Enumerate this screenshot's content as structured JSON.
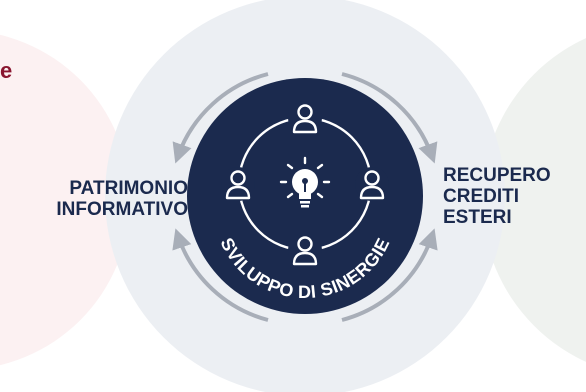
{
  "colors": {
    "bg_left": "#fcf1f2",
    "bg_right": "#eff2ef",
    "bg_center": "#eceff3",
    "hub": "#1b2a4e",
    "arrows": "#a8aeb8",
    "label_text": "#1b2a4e",
    "accent_red": "#8a1630",
    "white": "#ffffff"
  },
  "edge_fragment": "e",
  "left_label": {
    "line1": "PATRIMONIO",
    "line2": "INFORMATIVO"
  },
  "right_label": {
    "line1": "RECUPERO",
    "line2": "CREDITI",
    "line3": "ESTERI"
  },
  "hub": {
    "text": "SVILUPPO DI SINERGIE"
  },
  "icons": [
    "person-icon-top",
    "person-icon-left",
    "person-icon-right",
    "person-icon-bottom",
    "lightbulb-icon"
  ]
}
